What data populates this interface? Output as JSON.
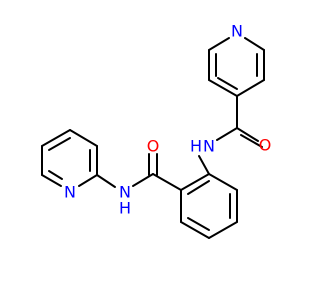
{
  "molecule": {
    "colors": {
      "bond": "#000000",
      "nitrogen": "#0000ff",
      "oxygen": "#ff0000",
      "background": "#ffffff"
    },
    "atoms": {
      "n_pyridine_top": "N",
      "n_amide_right": "N",
      "h_amide_right": "H",
      "o_carbonyl_right": "O",
      "o_carbonyl_left": "O",
      "n_amide_left": "N",
      "h_amide_left": "H",
      "n_pyridine_left": "N"
    }
  }
}
